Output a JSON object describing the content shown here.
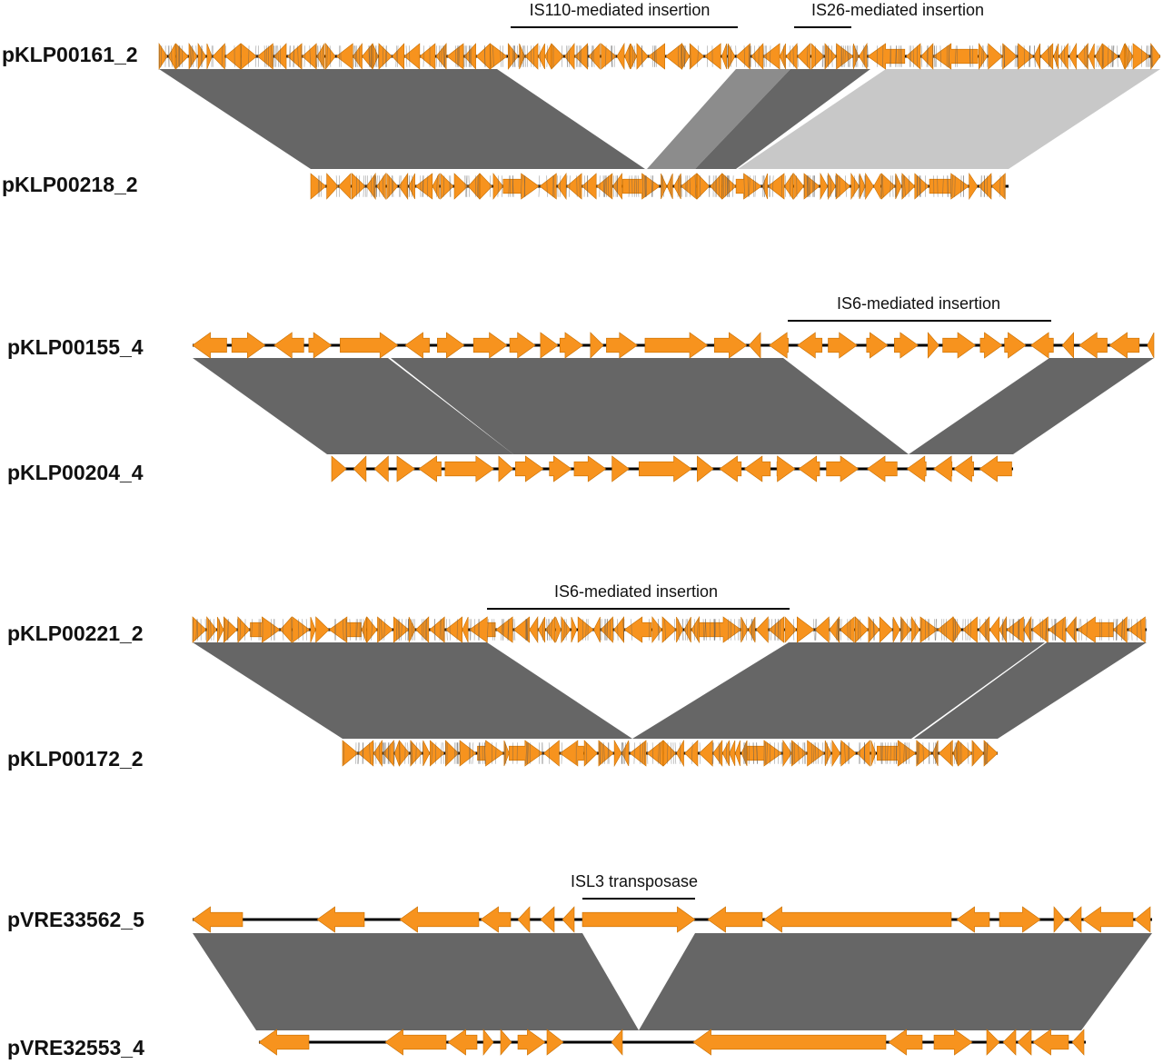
{
  "colors": {
    "gene": "#f7931e",
    "gene_stroke": "#c96f00",
    "backbone": "#000000",
    "hatch": "#555555",
    "homology_dark": "#666666",
    "homology_mid": "#8c8c8c",
    "homology_light": "#c8c8c8"
  },
  "comparisons": [
    {
      "top": {
        "name": "pKLP00161_2",
        "annotations": [
          {
            "label": "IS110-mediated insertion"
          },
          {
            "label": "IS26-mediated insertion"
          }
        ]
      },
      "bottom": {
        "name": "pKLP00218_2"
      }
    },
    {
      "top": {
        "name": "pKLP00155_4",
        "annotations": [
          {
            "label": "IS6-mediated insertion"
          }
        ]
      },
      "bottom": {
        "name": "pKLP00204_4"
      }
    },
    {
      "top": {
        "name": "pKLP00221_2",
        "annotations": [
          {
            "label": "IS6-mediated insertion"
          }
        ]
      },
      "bottom": {
        "name": "pKLP00172_2"
      }
    },
    {
      "top": {
        "name": "pVRE33562_5",
        "annotations": [
          {
            "label": "ISL3 transposase"
          }
        ]
      },
      "bottom": {
        "name": "pVRE32553_4"
      }
    }
  ]
}
